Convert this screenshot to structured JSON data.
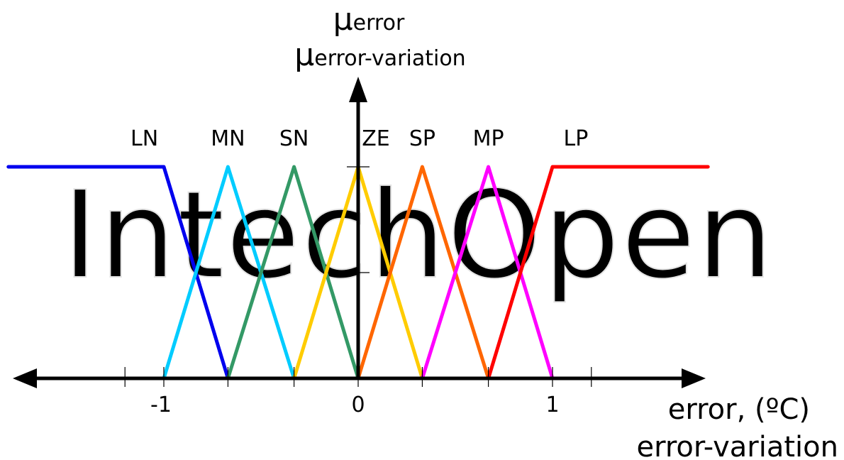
{
  "watermark": "IntechOpen",
  "chart_data": {
    "type": "line",
    "ylabel_lines": [
      {
        "base": "μ",
        "sub": "error"
      },
      {
        "base": "μ",
        "sub": "error-variation"
      }
    ],
    "xlabel_lines": [
      "error, (ºC)",
      "error-variation"
    ],
    "xlim": [
      -1.8,
      1.8
    ],
    "ylim": [
      0,
      1
    ],
    "x_ticks": [
      -1.2,
      -1,
      -0.67,
      -0.33,
      0,
      0.33,
      0.67,
      1,
      1.2
    ],
    "x_tick_labels": [
      {
        "value": -1,
        "label": "-1"
      },
      {
        "value": 0,
        "label": "0"
      },
      {
        "value": 1,
        "label": "1"
      }
    ],
    "y_ticks": [
      0.5,
      1
    ],
    "grid": false,
    "series": [
      {
        "name": "LN",
        "color": "#0000ee",
        "x": [
          -1.8,
          -1,
          -0.67
        ],
        "y": [
          1,
          1,
          0
        ]
      },
      {
        "name": "MN",
        "color": "#00ccff",
        "x": [
          -1,
          -0.67,
          -0.33
        ],
        "y": [
          0,
          1,
          0
        ]
      },
      {
        "name": "SN",
        "color": "#339966",
        "x": [
          -0.67,
          -0.33,
          0
        ],
        "y": [
          0,
          1,
          0
        ]
      },
      {
        "name": "ZE",
        "color": "#ffcc00",
        "x": [
          -0.33,
          0,
          0.33
        ],
        "y": [
          0,
          1,
          0
        ]
      },
      {
        "name": "SP",
        "color": "#ff6600",
        "x": [
          0,
          0.33,
          0.67
        ],
        "y": [
          0,
          1,
          0
        ]
      },
      {
        "name": "MP",
        "color": "#ff00ff",
        "x": [
          0.33,
          0.67,
          1
        ],
        "y": [
          0,
          1,
          0
        ]
      },
      {
        "name": "LP",
        "color": "#ff0000",
        "x": [
          0.67,
          1,
          1.8
        ],
        "y": [
          0,
          1,
          1
        ]
      }
    ]
  }
}
